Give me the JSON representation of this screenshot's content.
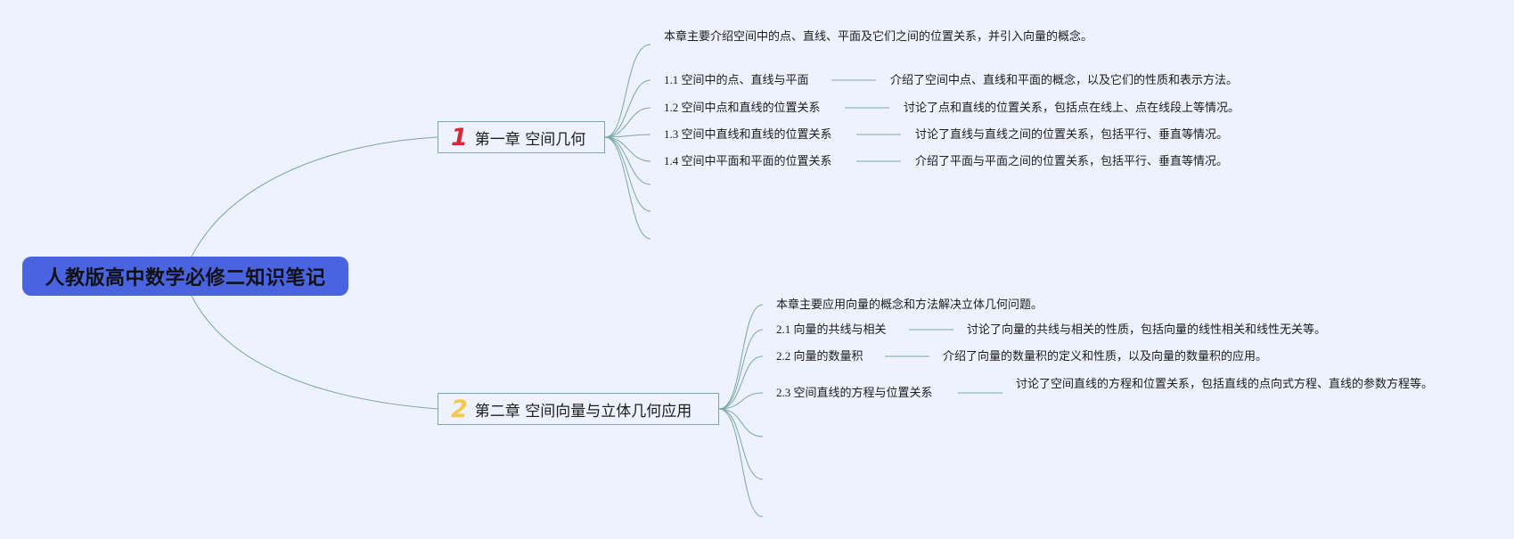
{
  "root": {
    "title": "人教版高中数学必修二知识笔记"
  },
  "chapters": [
    {
      "number": "1",
      "number_color": "#d42a3a",
      "title": "第一章 空间几何",
      "intro": "本章主要介绍空间中的点、直线、平面及它们之间的位置关系，并引入向量的概念。",
      "sections": [
        {
          "title": "1.1 空间中的点、直线与平面",
          "detail": "介绍了空间中点、直线和平面的概念，以及它们的性质和表示方法。"
        },
        {
          "title": "1.2 空间中点和直线的位置关系",
          "detail": "讨论了点和直线的位置关系，包括点在线上、点在线段上等情况。"
        },
        {
          "title": "1.3 空间中直线和直线的位置关系",
          "detail": "讨论了直线与直线之间的位置关系，包括平行、垂直等情况。"
        },
        {
          "title": "1.4 空间中平面和平面的位置关系",
          "detail": "介绍了平面与平面之间的位置关系，包括平行、垂直等情况。"
        }
      ]
    },
    {
      "number": "2",
      "number_color": "#f2c94c",
      "title": "第二章 空间向量与立体几何应用",
      "intro": "本章主要应用向量的概念和方法解决立体几何问题。",
      "sections": [
        {
          "title": "2.1 向量的共线与相关",
          "detail": "讨论了向量的共线与相关的性质，包括向量的线性相关和线性无关等。"
        },
        {
          "title": "2.2 向量的数量积",
          "detail": "介绍了向量的数量积的定义和性质，以及向量的数量积的应用。"
        },
        {
          "title": "2.3 空间直线的方程与位置关系",
          "detail": "讨论了空间直线的方程和位置关系，包括直线的点向式方程、直线的参数方程等。"
        }
      ]
    }
  ],
  "colors": {
    "background": "#eef1fe",
    "root_fill": "#4a64df",
    "connector": "#7aa7a7"
  }
}
